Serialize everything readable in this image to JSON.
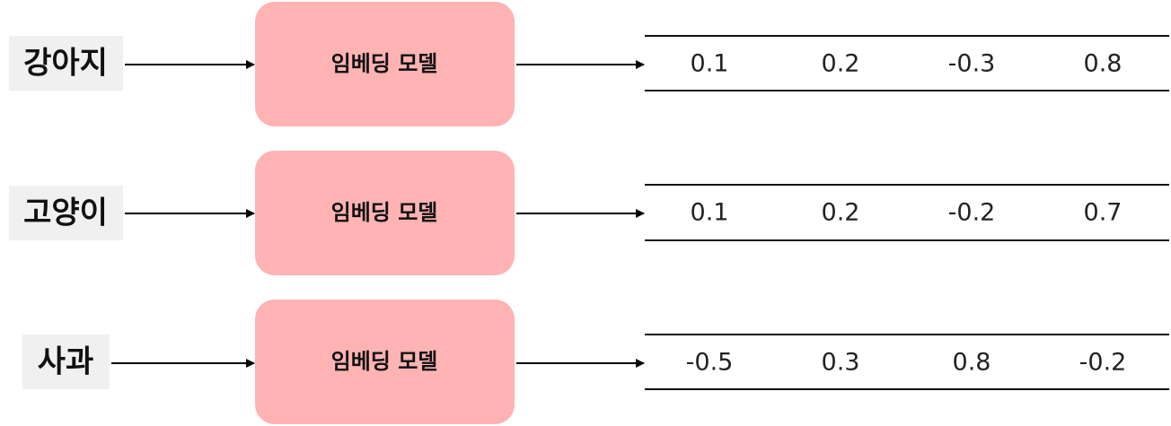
{
  "colors": {
    "word_bg": "#f0f0f0",
    "model_box": "#ffb3b3",
    "arrow": "#000000",
    "vector_line": "#111111"
  },
  "rows": [
    {
      "word": "강아지",
      "model_label": "임베딩 모델",
      "vector": [
        "0.1",
        "0.2",
        "-0.3",
        "0.8"
      ]
    },
    {
      "word": "고양이",
      "model_label": "임베딩 모델",
      "vector": [
        "0.1",
        "0.2",
        "-0.2",
        "0.7"
      ]
    },
    {
      "word": "사과",
      "model_label": "임베딩 모델",
      "vector": [
        "-0.5",
        "0.3",
        "0.8",
        "-0.2"
      ]
    }
  ]
}
